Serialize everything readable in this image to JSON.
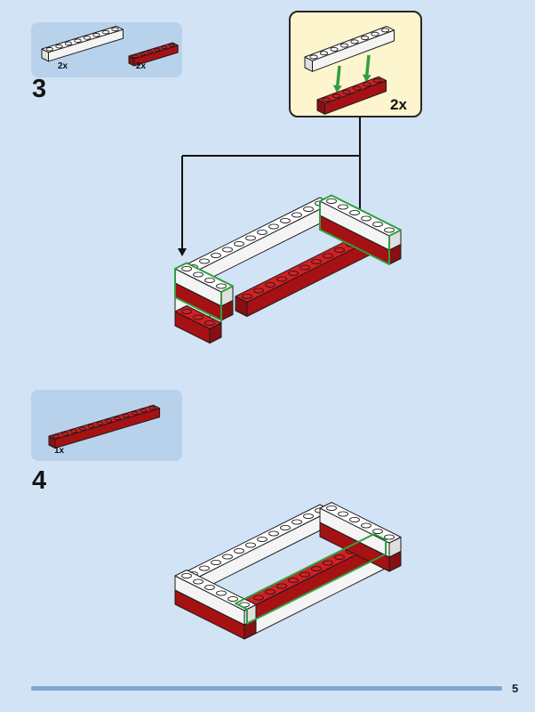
{
  "page": {
    "number": "5"
  },
  "colors": {
    "background": "#d2e3f5",
    "parts_box_bg": "#b9d2ec",
    "callout_bg": "#fdf5cd",
    "callout_border": "#262626",
    "footer_bar": "#7ea6d2",
    "outline": "#1c1c1c",
    "arrow": "#111111",
    "highlight_green": "#2f9e3f",
    "brick_white_top": "#ffffff",
    "brick_white_front": "#f4f4f4",
    "brick_white_side": "#dfdfdf",
    "brick_red_top": "#d41f23",
    "brick_red_front": "#a61114",
    "brick_red_side": "#871013"
  },
  "step3": {
    "number": "3",
    "parts": [
      {
        "count": "2x",
        "name": "white-brick-1x8"
      },
      {
        "count": "2x",
        "name": "red-brick-1x6"
      }
    ],
    "callout": {
      "count": "2x"
    }
  },
  "step4": {
    "number": "4",
    "parts": [
      {
        "count": "1x",
        "name": "red-brick-1x12"
      }
    ]
  }
}
